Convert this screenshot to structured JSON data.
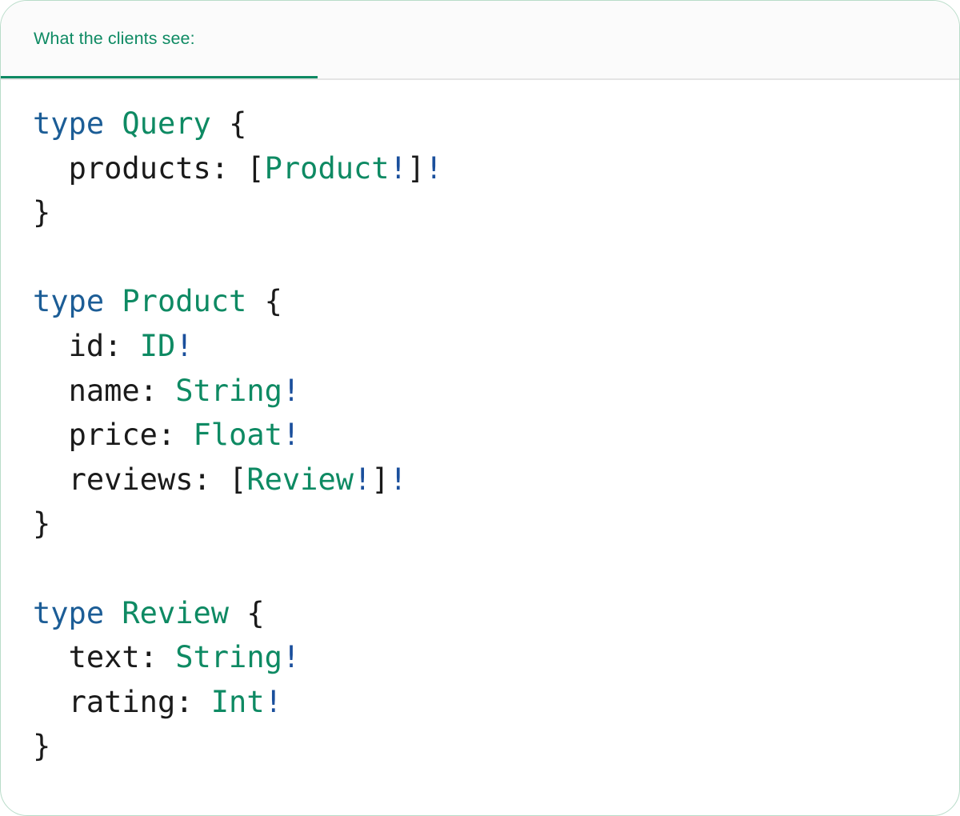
{
  "card": {
    "border_color": "#b9dcc9",
    "background": "#ffffff"
  },
  "header": {
    "background": "#fbfbfb",
    "accent_color": "#0e8a63",
    "tabs": [
      {
        "label": "What the clients see:",
        "active": true
      }
    ]
  },
  "code_block": {
    "language": "graphql",
    "colors": {
      "keyword": "#1c5d96",
      "type": "#0e8a63",
      "bang": "#1a4f9c",
      "punctuation": "#1a1a1a",
      "field": "#1a1a1a"
    },
    "lines": [
      {
        "tokens": [
          {
            "text": "type",
            "kind": "keyword"
          },
          {
            "text": " ",
            "kind": "plain"
          },
          {
            "text": "Query",
            "kind": "type"
          },
          {
            "text": " ",
            "kind": "plain"
          },
          {
            "text": "{",
            "kind": "punctuation"
          }
        ]
      },
      {
        "tokens": [
          {
            "text": "  ",
            "kind": "plain"
          },
          {
            "text": "products",
            "kind": "field"
          },
          {
            "text": ": ",
            "kind": "punctuation"
          },
          {
            "text": "[",
            "kind": "punctuation"
          },
          {
            "text": "Product",
            "kind": "type"
          },
          {
            "text": "!",
            "kind": "bang"
          },
          {
            "text": "]",
            "kind": "punctuation"
          },
          {
            "text": "!",
            "kind": "bang"
          }
        ]
      },
      {
        "tokens": [
          {
            "text": "}",
            "kind": "punctuation"
          }
        ]
      },
      {
        "tokens": []
      },
      {
        "tokens": [
          {
            "text": "type",
            "kind": "keyword"
          },
          {
            "text": " ",
            "kind": "plain"
          },
          {
            "text": "Product",
            "kind": "type"
          },
          {
            "text": " ",
            "kind": "plain"
          },
          {
            "text": "{",
            "kind": "punctuation"
          }
        ]
      },
      {
        "tokens": [
          {
            "text": "  ",
            "kind": "plain"
          },
          {
            "text": "id",
            "kind": "field"
          },
          {
            "text": ": ",
            "kind": "punctuation"
          },
          {
            "text": "ID",
            "kind": "type"
          },
          {
            "text": "!",
            "kind": "bang"
          }
        ]
      },
      {
        "tokens": [
          {
            "text": "  ",
            "kind": "plain"
          },
          {
            "text": "name",
            "kind": "field"
          },
          {
            "text": ": ",
            "kind": "punctuation"
          },
          {
            "text": "String",
            "kind": "type"
          },
          {
            "text": "!",
            "kind": "bang"
          }
        ]
      },
      {
        "tokens": [
          {
            "text": "  ",
            "kind": "plain"
          },
          {
            "text": "price",
            "kind": "field"
          },
          {
            "text": ": ",
            "kind": "punctuation"
          },
          {
            "text": "Float",
            "kind": "type"
          },
          {
            "text": "!",
            "kind": "bang"
          }
        ]
      },
      {
        "tokens": [
          {
            "text": "  ",
            "kind": "plain"
          },
          {
            "text": "reviews",
            "kind": "field"
          },
          {
            "text": ": ",
            "kind": "punctuation"
          },
          {
            "text": "[",
            "kind": "punctuation"
          },
          {
            "text": "Review",
            "kind": "type"
          },
          {
            "text": "!",
            "kind": "bang"
          },
          {
            "text": "]",
            "kind": "punctuation"
          },
          {
            "text": "!",
            "kind": "bang"
          }
        ]
      },
      {
        "tokens": [
          {
            "text": "}",
            "kind": "punctuation"
          }
        ]
      },
      {
        "tokens": []
      },
      {
        "tokens": [
          {
            "text": "type",
            "kind": "keyword"
          },
          {
            "text": " ",
            "kind": "plain"
          },
          {
            "text": "Review",
            "kind": "type"
          },
          {
            "text": " ",
            "kind": "plain"
          },
          {
            "text": "{",
            "kind": "punctuation"
          }
        ]
      },
      {
        "tokens": [
          {
            "text": "  ",
            "kind": "plain"
          },
          {
            "text": "text",
            "kind": "field"
          },
          {
            "text": ": ",
            "kind": "punctuation"
          },
          {
            "text": "String",
            "kind": "type"
          },
          {
            "text": "!",
            "kind": "bang"
          }
        ]
      },
      {
        "tokens": [
          {
            "text": "  ",
            "kind": "plain"
          },
          {
            "text": "rating",
            "kind": "field"
          },
          {
            "text": ": ",
            "kind": "punctuation"
          },
          {
            "text": "Int",
            "kind": "type"
          },
          {
            "text": "!",
            "kind": "bang"
          }
        ]
      },
      {
        "tokens": [
          {
            "text": "}",
            "kind": "punctuation"
          }
        ]
      }
    ]
  }
}
